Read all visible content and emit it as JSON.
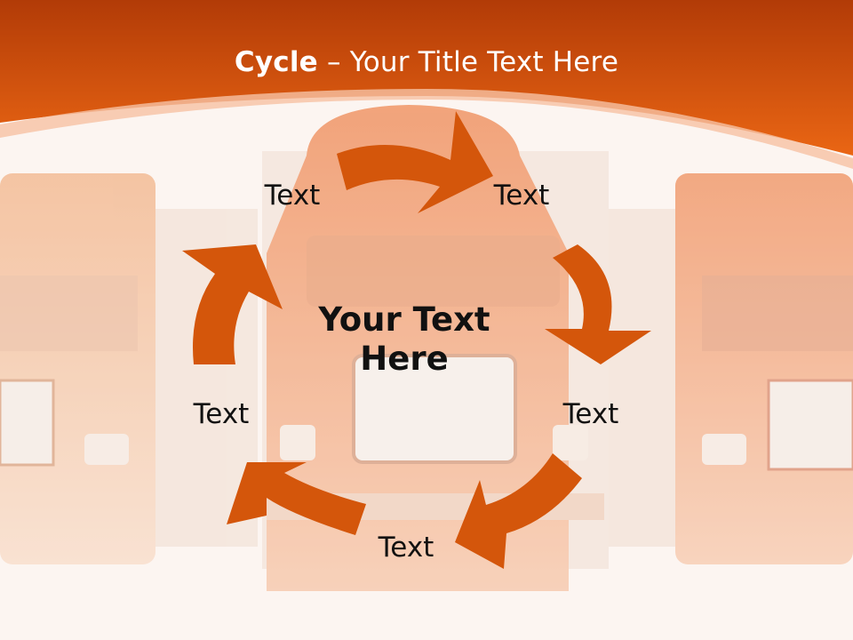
{
  "slide": {
    "title_bold": "Cycle",
    "title_rest": " – Your Title Text Here",
    "center_text": "Your Text Here",
    "nodes": [
      "Text",
      "Text",
      "Text",
      "Text",
      "Text"
    ]
  },
  "colors": {
    "header_dark": "#b43c08",
    "header_light": "#ec6a14",
    "arrow": "#d4560b",
    "truck_tint": "#f2a074"
  }
}
